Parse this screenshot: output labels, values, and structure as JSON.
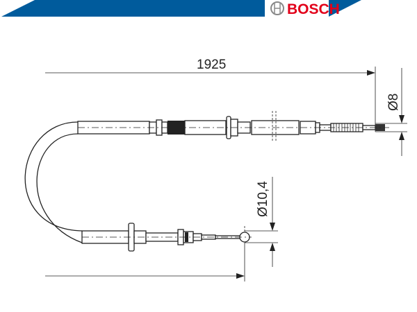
{
  "header": {
    "brand": "BOSCH",
    "band_color": "#005b9c",
    "brand_color": "#e2001a"
  },
  "dimensions": {
    "length": "1925",
    "end_diameter_top": "Ø8",
    "end_diameter_bottom": "Ø10,4"
  }
}
